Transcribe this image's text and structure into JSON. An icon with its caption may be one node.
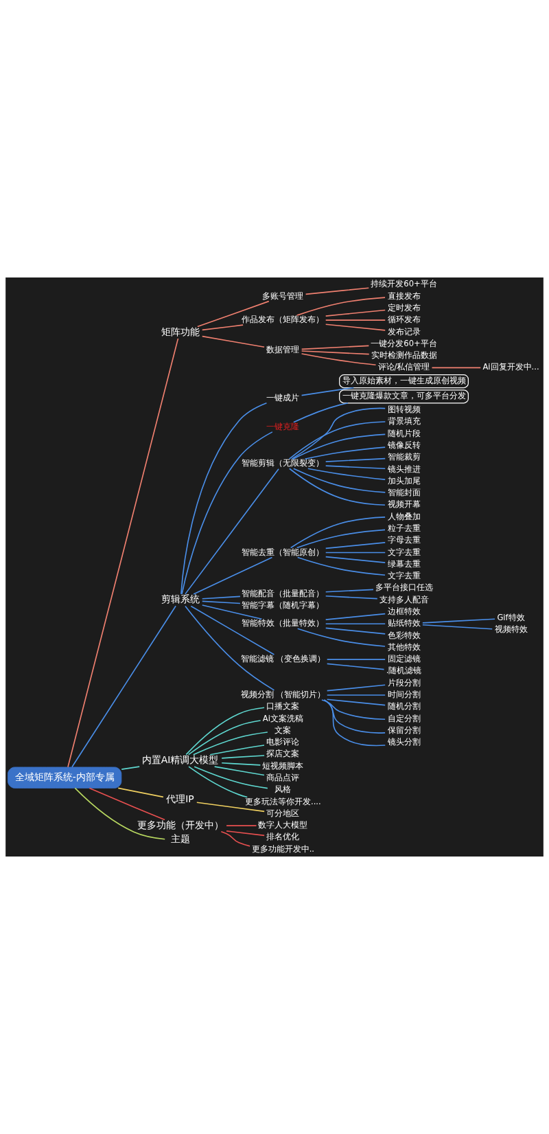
{
  "diagram": {
    "nodes": [
      {
        "text": [
          "全域矩阵系统-内部专属"
        ]
      },
      {
        "text": [
          "矩阵功能"
        ]
      },
      {
        "text": [
          "多账号管理"
        ]
      },
      {
        "text": [
          "持续开发60+平台"
        ]
      },
      {
        "text": [
          "作品发布（矩阵发布）"
        ]
      },
      {
        "text": [
          "直接发布"
        ]
      },
      {
        "text": [
          "定时发布"
        ]
      },
      {
        "text": [
          "循环发布"
        ]
      },
      {
        "text": [
          "发布记录"
        ]
      },
      {
        "text": [
          "数据管理"
        ]
      },
      {
        "text": [
          "一键分发60+平台"
        ]
      },
      {
        "text": [
          "实时检测作品数据"
        ]
      },
      {
        "text": [
          "评论/私信管理"
        ]
      },
      {
        "text": [
          "Ai回复开发中..."
        ]
      },
      {
        "text": [
          "剪辑系统"
        ]
      },
      {
        "text": [
          "一键成片"
        ]
      },
      {
        "text": [
          "导入原始素材，一键生成原创视频"
        ]
      },
      {
        "text": [
          "一键克隆"
        ]
      },
      {
        "text": [
          "一键克隆爆款文章，可多平台分发"
        ]
      },
      {
        "text": [
          "智能剪辑（无限裂变）"
        ]
      },
      {
        "text": [
          "图转视频"
        ]
      },
      {
        "text": [
          "背景填充"
        ]
      },
      {
        "text": [
          "随机片段"
        ]
      },
      {
        "text": [
          "镜像反转"
        ]
      },
      {
        "text": [
          "智能裁剪"
        ]
      },
      {
        "text": [
          "镜头推进"
        ]
      },
      {
        "text": [
          "加头加尾"
        ]
      },
      {
        "text": [
          "智能封面"
        ]
      },
      {
        "text": [
          "视频开幕"
        ]
      },
      {
        "text": [
          "智能去重（智能原创）"
        ]
      },
      {
        "text": [
          "人物叠加"
        ]
      },
      {
        "text": [
          "粒子去重"
        ]
      },
      {
        "text": [
          "字母去重"
        ]
      },
      {
        "text": [
          "文字去重"
        ]
      },
      {
        "text": [
          "绿幕去重"
        ]
      },
      {
        "text": [
          "文字去重"
        ]
      },
      {
        "text": [
          "智能配音（批量配音）"
        ]
      },
      {
        "text": [
          "多平台接口任选"
        ]
      },
      {
        "text": [
          "支持多人配音"
        ]
      },
      {
        "text": [
          "智能字幕（随机字幕）"
        ]
      },
      {
        "text": [
          "智能特效（批量特效）"
        ]
      },
      {
        "text": [
          "边框特效"
        ]
      },
      {
        "text": [
          "贴纸特效"
        ]
      },
      {
        "text": [
          "Gif特效"
        ]
      },
      {
        "text": [
          "视频特效"
        ]
      },
      {
        "text": [
          "色彩特效"
        ]
      },
      {
        "text": [
          "其他特效"
        ]
      },
      {
        "text": [
          "智能滤镜 （变色换调）"
        ]
      },
      {
        "text": [
          "固定滤镜"
        ]
      },
      {
        "text": [
          ".随机滤镜"
        ]
      },
      {
        "text": [
          "视频分割 （智能切片）"
        ]
      },
      {
        "text": [
          "片段分割"
        ]
      },
      {
        "text": [
          "时间分割"
        ]
      },
      {
        "text": [
          "随机分割"
        ]
      },
      {
        "text": [
          "自定分割"
        ]
      },
      {
        "text": [
          "保留分割"
        ]
      },
      {
        "text": [
          "镜头分割"
        ]
      },
      {
        "text": [
          "内置AI精调大模型"
        ]
      },
      {
        "text": [
          "口播文案"
        ]
      },
      {
        "text": [
          "Ai文案洗稿"
        ]
      },
      {
        "text": [
          "文案"
        ]
      },
      {
        "text": [
          "电影评论"
        ]
      },
      {
        "text": [
          "探店文案"
        ]
      },
      {
        "text": [
          "短视频脚本"
        ]
      },
      {
        "text": [
          "商品点评"
        ]
      },
      {
        "text": [
          "风格"
        ]
      },
      {
        "text": [
          "更多玩法等你开发...."
        ]
      },
      {
        "text": [
          "代理IP"
        ]
      },
      {
        "text": [
          "可分地区"
        ]
      },
      {
        "text": [
          "更多功能（开发中）"
        ]
      },
      {
        "text": [
          "数字人大模型"
        ]
      },
      {
        "text": [
          "排名优化"
        ]
      },
      {
        "text": [
          "更多功能开发中.."
        ]
      },
      {
        "text": [
          "主题"
        ]
      }
    ],
    "edges": [
      {
        "from": 0,
        "to": 1,
        "arrow": "none",
        "color": "#f08070"
      },
      {
        "from": 1,
        "to": 2,
        "arrow": "none",
        "color": "#f08070"
      },
      {
        "from": 2,
        "to": 3,
        "arrow": "none",
        "color": "#f08070"
      },
      {
        "from": 1,
        "to": 4,
        "arrow": "none",
        "color": "#f08070"
      },
      {
        "from": 4,
        "to": 5,
        "arrow": "none",
        "color": "#f08070"
      },
      {
        "from": 4,
        "to": 6,
        "arrow": "none",
        "color": "#f08070"
      },
      {
        "from": 4,
        "to": 7,
        "arrow": "none",
        "color": "#f08070"
      },
      {
        "from": 4,
        "to": 8,
        "arrow": "none",
        "color": "#f08070"
      },
      {
        "from": 1,
        "to": 9,
        "arrow": "none",
        "color": "#f08070"
      },
      {
        "from": 9,
        "to": 10,
        "arrow": "none",
        "color": "#f08070"
      },
      {
        "from": 9,
        "to": 11,
        "arrow": "none",
        "color": "#f08070"
      },
      {
        "from": 9,
        "to": 12,
        "arrow": "none",
        "color": "#f08070"
      },
      {
        "from": 12,
        "to": 13,
        "arrow": "none",
        "color": "#f08070"
      },
      {
        "from": 0,
        "to": 14,
        "arrow": "none"
      },
      {
        "from": 14,
        "to": 15,
        "arrow": "none"
      },
      {
        "from": 15,
        "to": 16,
        "arrow": "none"
      },
      {
        "from": 14,
        "to": 17,
        "arrow": "none"
      },
      {
        "from": 17,
        "to": 18,
        "arrow": "none"
      },
      {
        "from": 14,
        "to": 19,
        "arrow": "none"
      },
      {
        "from": 19,
        "to": 20,
        "arrow": "none"
      },
      {
        "from": 19,
        "to": 21,
        "arrow": "none"
      },
      {
        "from": 19,
        "to": 22,
        "arrow": "none"
      },
      {
        "from": 19,
        "to": 23,
        "arrow": "none"
      },
      {
        "from": 19,
        "to": 24,
        "arrow": "none"
      },
      {
        "from": 19,
        "to": 25,
        "arrow": "none"
      },
      {
        "from": 19,
        "to": 26,
        "arrow": "none"
      },
      {
        "from": 19,
        "to": 27,
        "arrow": "none"
      },
      {
        "from": 19,
        "to": 28,
        "arrow": "none"
      },
      {
        "from": 14,
        "to": 29,
        "arrow": "none"
      },
      {
        "from": 29,
        "to": 30,
        "arrow": "none"
      },
      {
        "from": 29,
        "to": 31,
        "arrow": "none"
      },
      {
        "from": 29,
        "to": 32,
        "arrow": "none"
      },
      {
        "from": 29,
        "to": 33,
        "arrow": "none"
      },
      {
        "from": 29,
        "to": 34,
        "arrow": "none"
      },
      {
        "from": 29,
        "to": 35,
        "arrow": "none"
      },
      {
        "from": 14,
        "to": 36,
        "arrow": "none"
      },
      {
        "from": 36,
        "to": 37,
        "arrow": "none"
      },
      {
        "from": 36,
        "to": 38,
        "arrow": "none"
      },
      {
        "from": 14,
        "to": 39,
        "arrow": "none"
      },
      {
        "from": 14,
        "to": 40,
        "arrow": "none"
      },
      {
        "from": 40,
        "to": 41,
        "arrow": "none"
      },
      {
        "from": 40,
        "to": 42,
        "arrow": "none"
      },
      {
        "from": 42,
        "to": 43,
        "arrow": "none"
      },
      {
        "from": 42,
        "to": 44,
        "arrow": "none"
      },
      {
        "from": 40,
        "to": 45,
        "arrow": "none"
      },
      {
        "from": 40,
        "to": 46,
        "arrow": "none"
      },
      {
        "from": 14,
        "to": 47,
        "arrow": "none"
      },
      {
        "from": 47,
        "to": 48,
        "arrow": "none"
      },
      {
        "from": 47,
        "to": 49,
        "arrow": "none"
      },
      {
        "from": 14,
        "to": 50,
        "arrow": "none"
      },
      {
        "from": 50,
        "to": 51,
        "arrow": "none"
      },
      {
        "from": 50,
        "to": 52,
        "arrow": "none"
      },
      {
        "from": 50,
        "to": 53,
        "arrow": "none"
      },
      {
        "from": 50,
        "to": 54,
        "arrow": "none"
      },
      {
        "from": 50,
        "to": 55,
        "arrow": "none"
      },
      {
        "from": 50,
        "to": 56,
        "arrow": "none"
      },
      {
        "from": 0,
        "to": 57,
        "arrow": "none",
        "color": "#5fd8d0"
      },
      {
        "from": 57,
        "to": 58,
        "arrow": "none",
        "color": "#5fd8d0"
      },
      {
        "from": 57,
        "to": 59,
        "arrow": "none",
        "color": "#5fd8d0"
      },
      {
        "from": 57,
        "to": 60,
        "arrow": "none",
        "color": "#5fd8d0"
      },
      {
        "from": 57,
        "to": 61,
        "arrow": "none",
        "color": "#5fd8d0"
      },
      {
        "from": 57,
        "to": 62,
        "arrow": "none",
        "color": "#5fd8d0"
      },
      {
        "from": 57,
        "to": 63,
        "arrow": "none",
        "color": "#5fd8d0"
      },
      {
        "from": 57,
        "to": 64,
        "arrow": "none",
        "color": "#5fd8d0"
      },
      {
        "from": 57,
        "to": 65,
        "arrow": "none",
        "color": "#5fd8d0"
      },
      {
        "from": 57,
        "to": 66,
        "arrow": "none",
        "color": "#5fd8d0"
      },
      {
        "from": 0,
        "to": 67,
        "arrow": "none",
        "color": "#f0d060"
      },
      {
        "from": 67,
        "to": 68,
        "arrow": "none",
        "color": "#f0d060"
      },
      {
        "from": 0,
        "to": 69,
        "arrow": "none",
        "color": "#e85050"
      },
      {
        "from": 69,
        "to": 70,
        "arrow": "none",
        "color": "#e85050"
      },
      {
        "from": 69,
        "to": 71,
        "arrow": "none",
        "color": "#e85050"
      },
      {
        "from": 69,
        "to": 72,
        "arrow": "none",
        "color": "#e85050"
      },
      {
        "from": 0,
        "to": 73,
        "arrow": "none",
        "color": "#b8d860"
      }
    ]
  }
}
